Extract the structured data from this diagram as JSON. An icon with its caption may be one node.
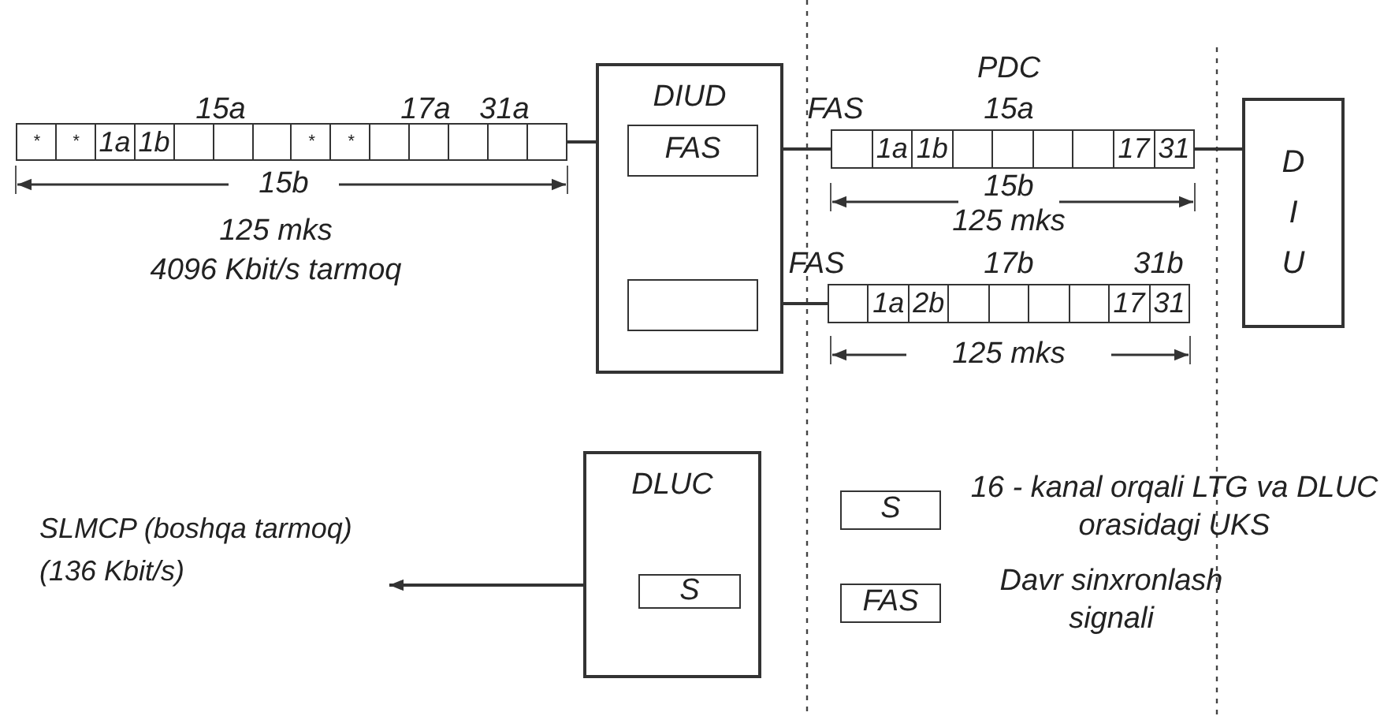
{
  "diagram": {
    "nodes": [
      {
        "text": [
          "DIUD"
        ]
      },
      {
        "text": [
          "FAS"
        ],
        "in": 0
      },
      {
        "text": [],
        "shape": "box",
        "in": 0
      },
      {
        "text": [
          "*",
          "*",
          "1a",
          "1b",
          "*",
          "*"
        ]
      },
      {
        "text": [
          "1a",
          "1b",
          "17",
          "31"
        ]
      },
      {
        "text": [
          "1a",
          "2b",
          "17",
          "31"
        ]
      },
      {
        "text": [
          "D I U"
        ]
      },
      {
        "text": [
          "DLUC"
        ]
      },
      {
        "text": [
          "S"
        ],
        "in": 7
      },
      {
        "text": [
          "SLMCP (boshqa tarmoq) (136 Kbit/s)"
        ]
      },
      {
        "text": [
          "S"
        ],
        "beside": [
          "16 - kanal orqali LTG va DLUC orasidagi UKS"
        ]
      },
      {
        "text": [
          "FAS"
        ],
        "beside": [
          "Davr sinxronlash signali"
        ]
      }
    ],
    "edges": [
      {
        "from": 3,
        "to": 1,
        "arrow": "none"
      },
      {
        "from": 4,
        "to": 1,
        "arrow": "to"
      },
      {
        "from": 5,
        "to": 2,
        "arrow": "to"
      },
      {
        "from": 6,
        "to": 4,
        "arrow": "none"
      },
      {
        "from": 8,
        "to": 9,
        "arrow": "to"
      }
    ],
    "labels": [
      "15a",
      "17a",
      "31a",
      "15b",
      "125 mks",
      "4096 Kbit/s tarmoq",
      "PDC",
      "FAS",
      "15a",
      "15b",
      "125 mks",
      "FAS",
      "17b",
      "31b",
      "125 mks"
    ]
  }
}
